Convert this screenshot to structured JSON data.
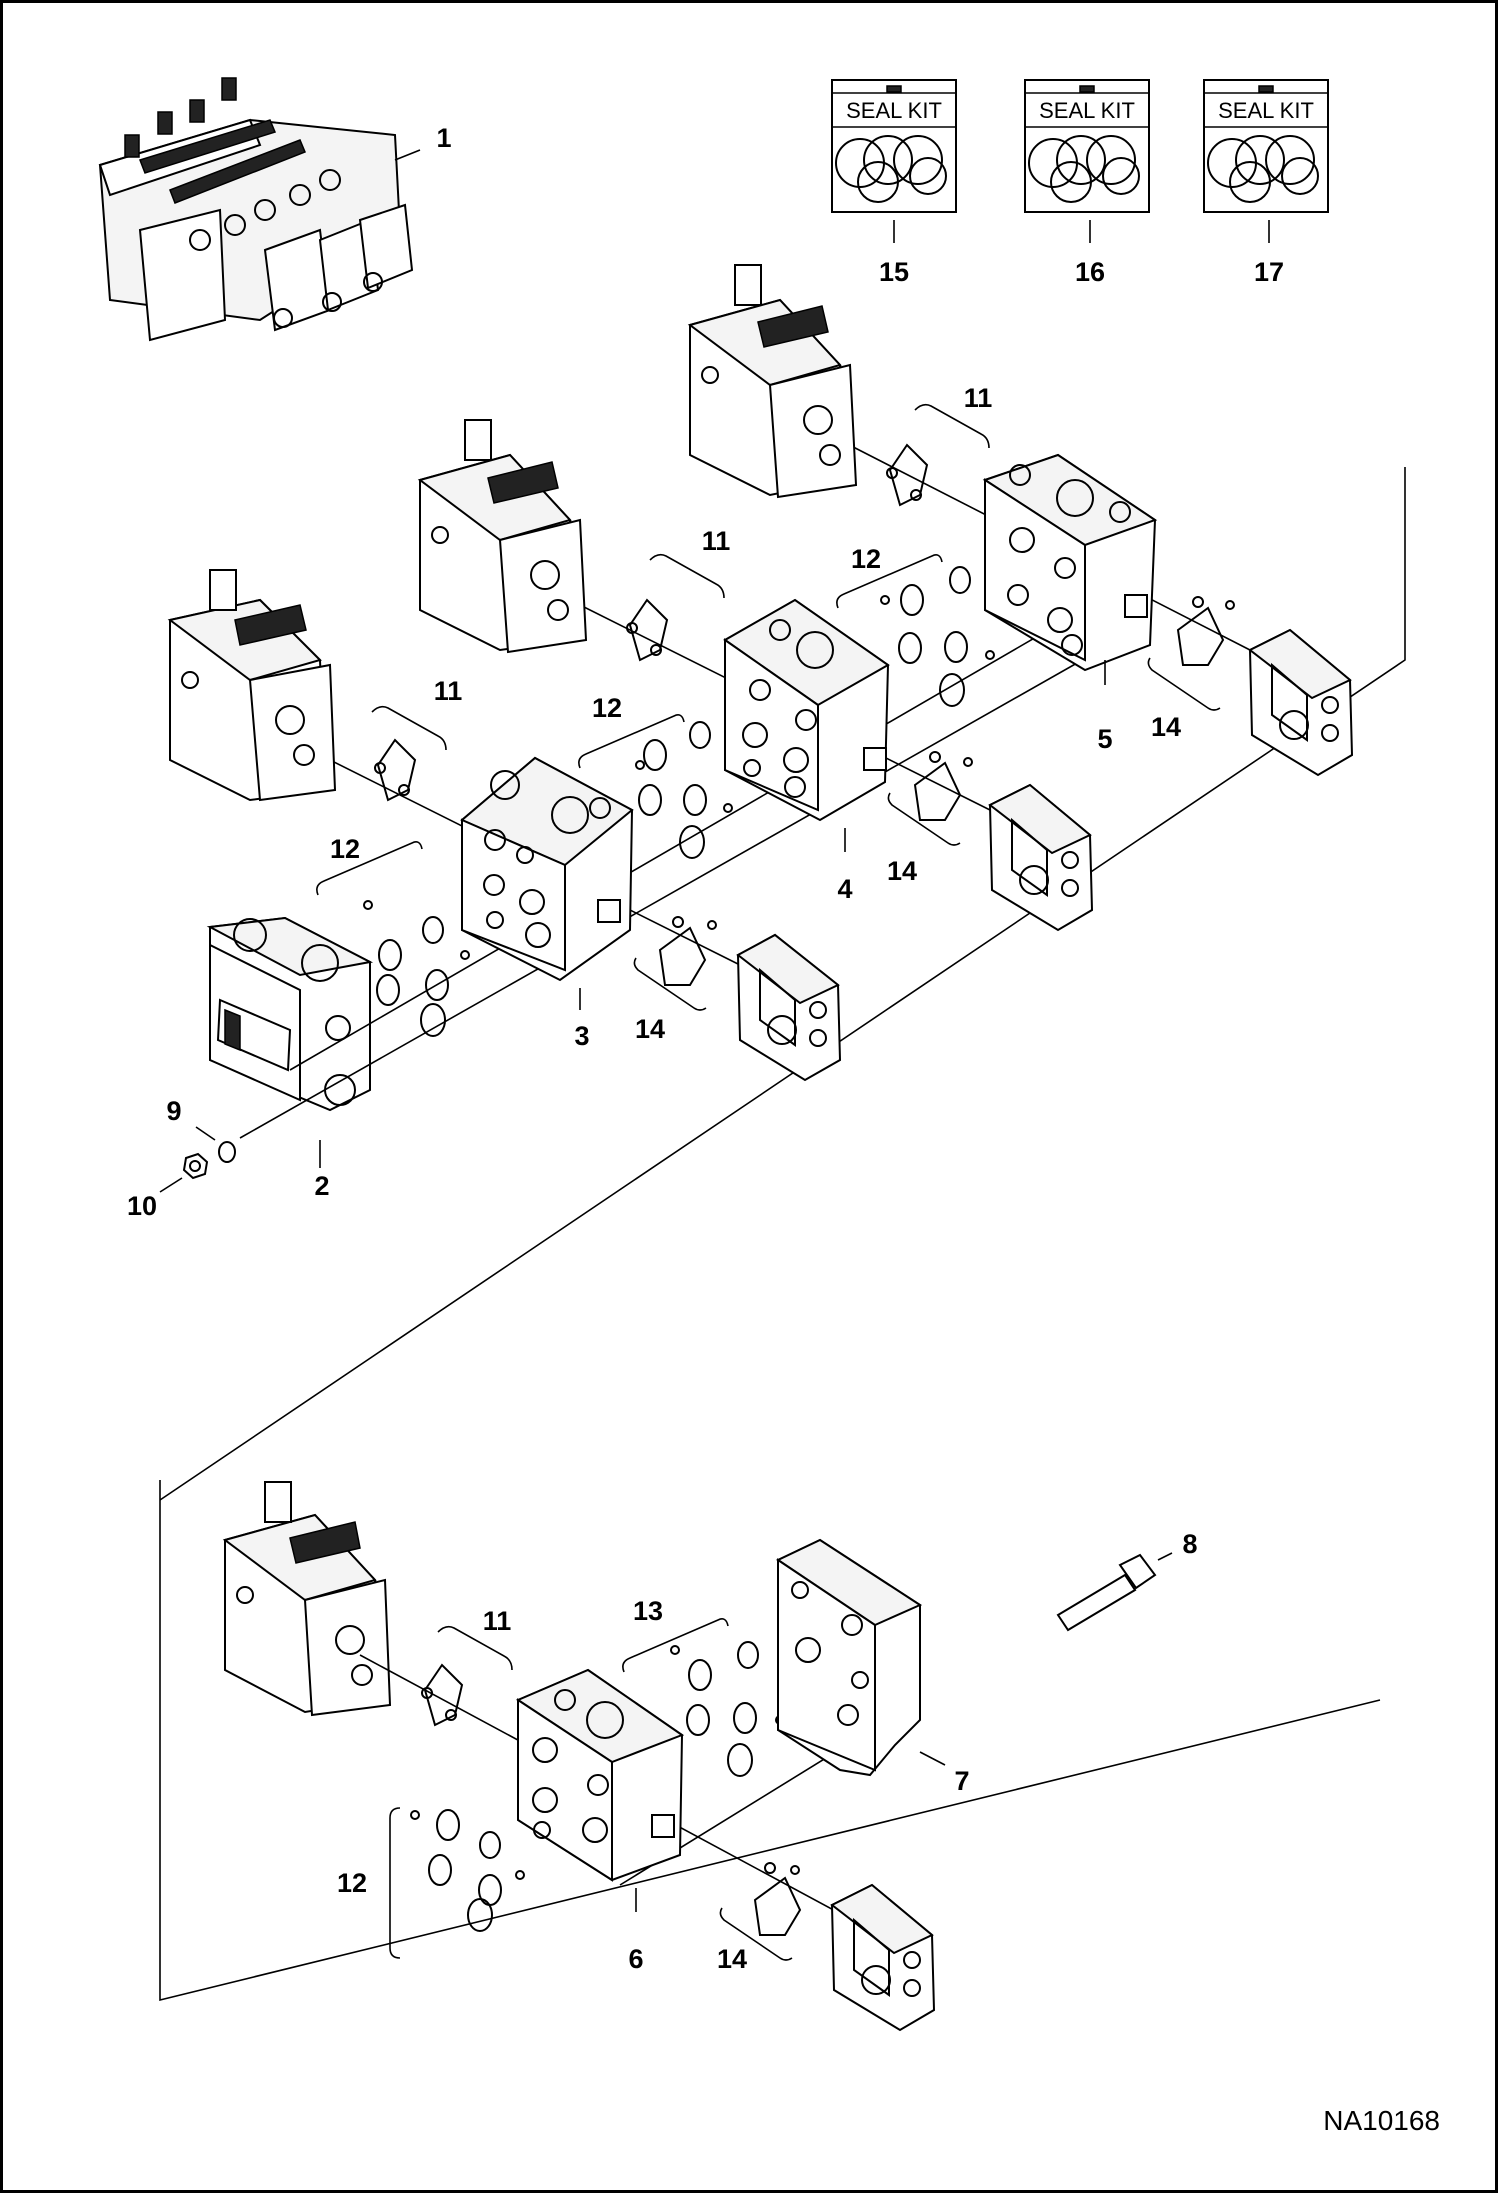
{
  "drawing_code": "NA10168",
  "seal_kits": [
    {
      "title": "SEAL KIT",
      "callout": "15"
    },
    {
      "title": "SEAL KIT",
      "callout": "16"
    },
    {
      "title": "SEAL KIT",
      "callout": "17"
    }
  ],
  "callouts": {
    "c1": "1",
    "c2": "2",
    "c3": "3",
    "c4": "4",
    "c5": "5",
    "c6": "6",
    "c7": "7",
    "c8": "8",
    "c9": "9",
    "c10": "10",
    "c11a": "11",
    "c11b": "11",
    "c11c": "11",
    "c11d": "11",
    "c12a": "12",
    "c12b": "12",
    "c12c": "12",
    "c12d": "12",
    "c13": "13",
    "c14a": "14",
    "c14b": "14",
    "c14c": "14",
    "c14d": "14"
  }
}
